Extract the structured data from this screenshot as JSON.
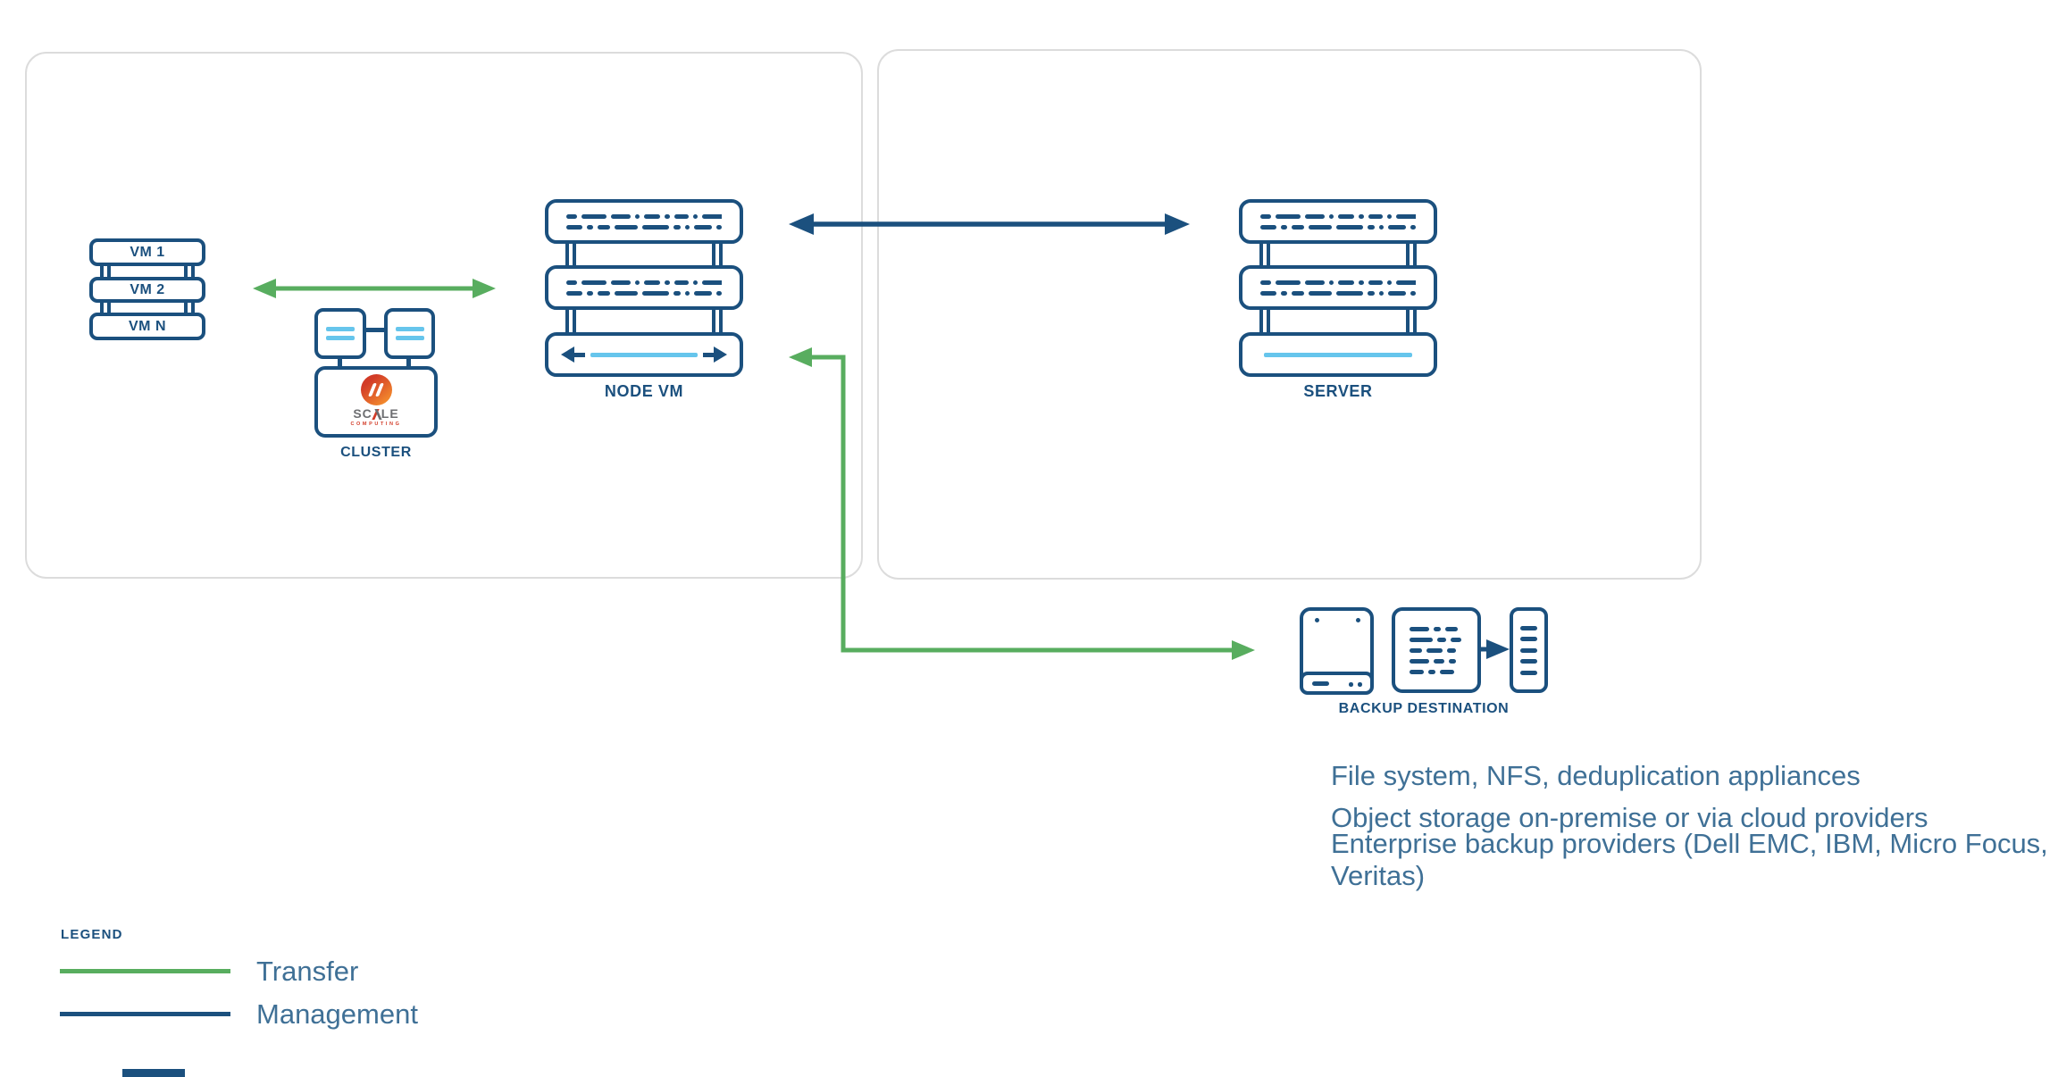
{
  "colors": {
    "navy": "#1b507e",
    "light_blue": "#66c5ec",
    "green": "#58ad5f",
    "text": "#3f7096",
    "panel_border": "#dcdcdc",
    "logo_red": "#d23b27",
    "logo_orange": "#f5902d",
    "logo_gray": "#6d6e71"
  },
  "left_panel": {
    "vm_stack": {
      "items": [
        "VM 1",
        "VM 2",
        "VM N"
      ]
    },
    "cluster": {
      "label": "CLUSTER",
      "logo": {
        "left": "SC",
        "right": "LE",
        "sub": "COMPUTING"
      }
    },
    "node_vm": {
      "label": "NODE VM"
    }
  },
  "right_panel": {
    "server": {
      "label": "SERVER"
    }
  },
  "backup": {
    "label": "BACKUP DESTINATION",
    "descriptions": [
      "File system, NFS, deduplication appliances",
      "Object storage on-premise or via cloud providers",
      "Enterprise backup providers (Dell EMC, IBM, Micro Focus, Veritas)"
    ]
  },
  "legend": {
    "title": "LEGEND",
    "items": [
      {
        "label": "Transfer",
        "color": "#58ad5f"
      },
      {
        "label": "Management",
        "color": "#1b507e"
      }
    ]
  }
}
